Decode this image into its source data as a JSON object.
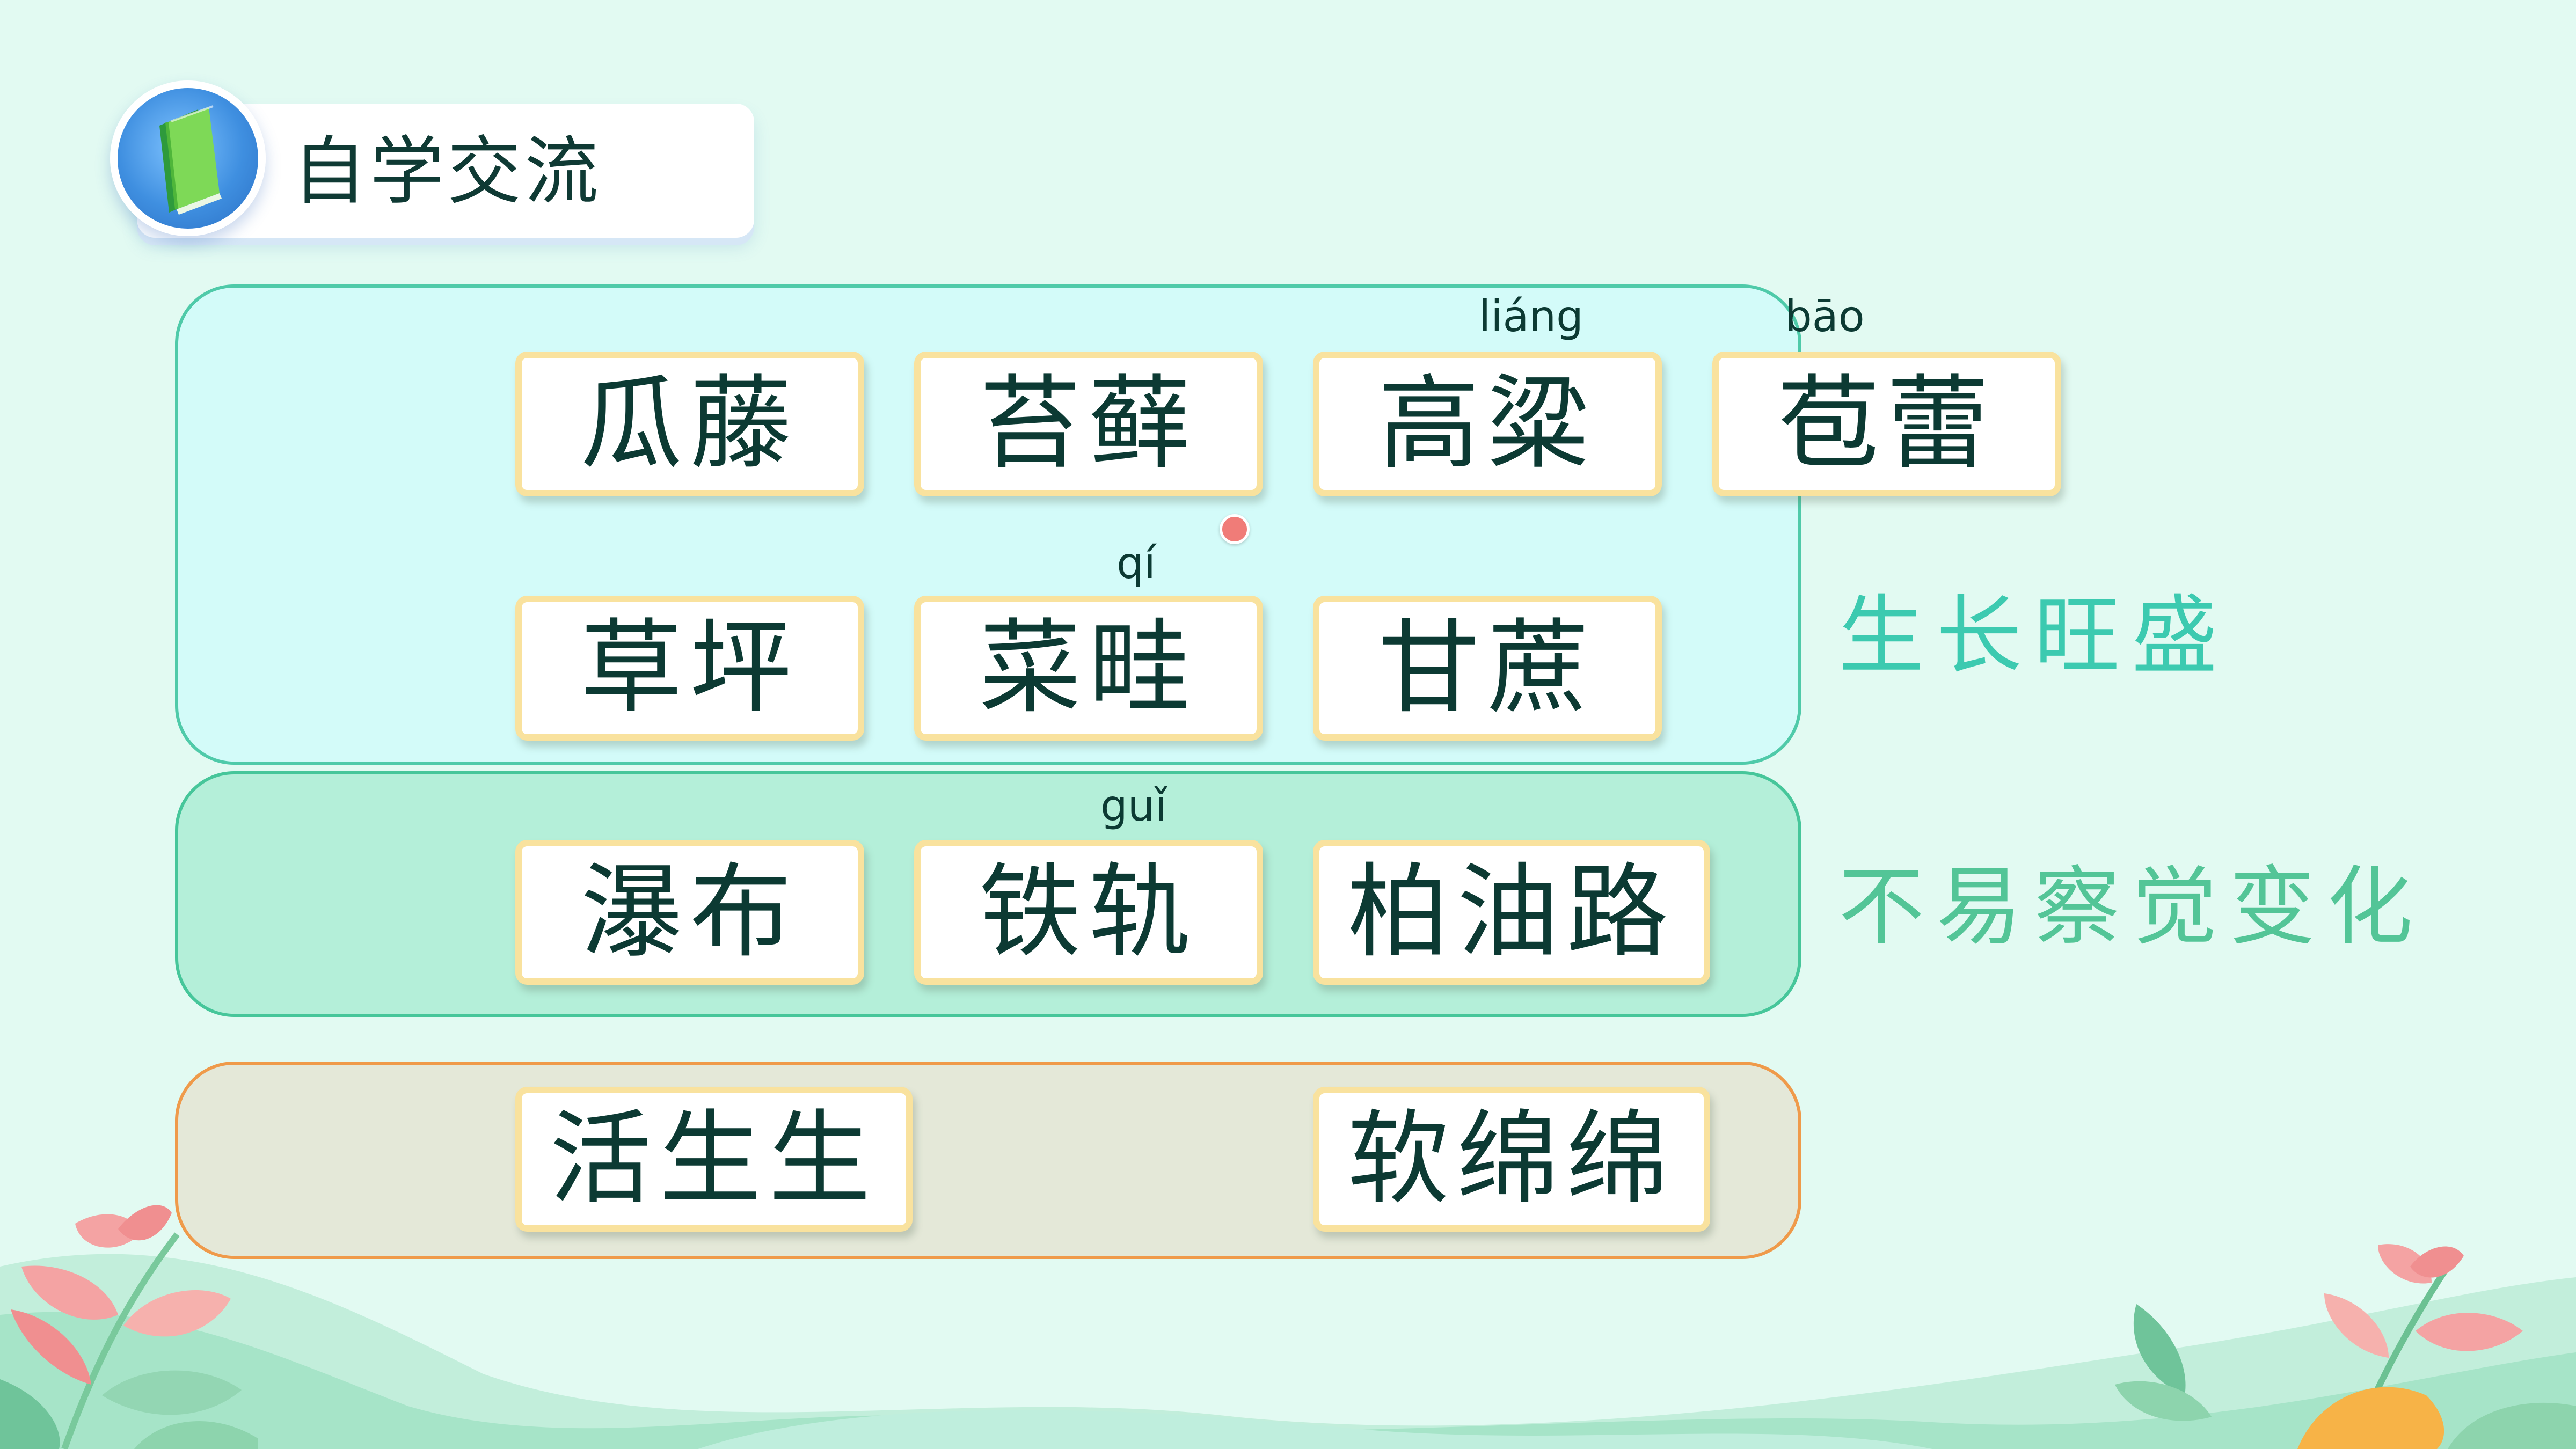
{
  "header": {
    "title": "自学交流",
    "icon": "book-icon",
    "badge_color": "#3f8fe0"
  },
  "groups": [
    {
      "rows": [
        {
          "words": [
            {
              "text": "瓜藤",
              "pinyin": ""
            },
            {
              "text": "苔藓",
              "pinyin": ""
            },
            {
              "text": "高粱",
              "pinyin": "liáng"
            },
            {
              "text": "苞蕾",
              "pinyin": "bāo"
            }
          ]
        },
        {
          "words": [
            {
              "text": "草坪",
              "pinyin": ""
            },
            {
              "text": "菜畦",
              "pinyin": "qí"
            },
            {
              "text": "甘蔗",
              "pinyin": ""
            }
          ]
        }
      ],
      "label": "生长旺盛",
      "label_color": "#3ccab0",
      "box_color": "#d3fbf9"
    },
    {
      "rows": [
        {
          "words": [
            {
              "text": "瀑布",
              "pinyin": ""
            },
            {
              "text": "铁轨",
              "pinyin": "guǐ"
            },
            {
              "text": "柏油路",
              "pinyin": ""
            }
          ]
        }
      ],
      "label": "不易察觉变化",
      "label_color": "#53c597",
      "box_color": "#b4efd9"
    },
    {
      "rows": [
        {
          "words": [
            {
              "text": "活生生",
              "pinyin": ""
            },
            {
              "text": "软绵绵",
              "pinyin": ""
            }
          ]
        }
      ],
      "label": "",
      "box_color": "#e4e8d8"
    }
  ],
  "colors": {
    "background": "#e2faf2",
    "card_border": "#f9e29e",
    "text_dark": "#0c3a33",
    "pointer_dot": "#f07c78"
  }
}
